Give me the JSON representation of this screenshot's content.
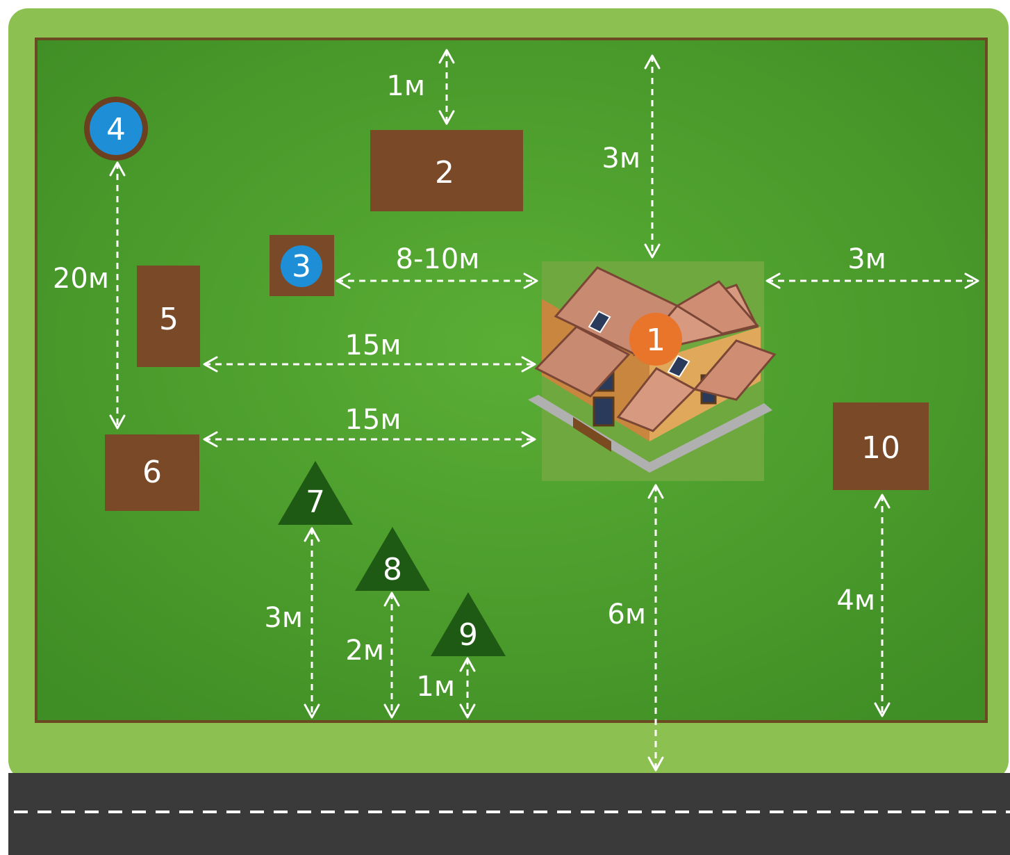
{
  "objects": {
    "house": "1",
    "bed_2": "2",
    "well_3": "3",
    "well_4": "4",
    "bed_5": "5",
    "bed_6": "6",
    "tree_7": "7",
    "tree_8": "8",
    "tree_9": "9",
    "bed_10": "10"
  },
  "distances": {
    "bed2_to_fence_top": "1м",
    "house_to_fence_top": "3м",
    "well3_to_house": "8-10м",
    "house_to_fence_right": "3м",
    "well4_to_bed6": "20м",
    "bed5_to_house": "15м",
    "bed6_to_house": "15м",
    "tree7_to_fence": "3м",
    "tree8_to_fence": "2м",
    "tree9_to_fence": "1м",
    "house_to_road": "6м",
    "bed10_to_fence": "4м"
  },
  "colors": {
    "lawn": "#4a9a2c",
    "outer_grass": "#8cc152",
    "soil": "#7a4a28",
    "water": "#1e8fd6",
    "tree": "#1f5a14",
    "house_marker": "#e8752a",
    "road": "#3a3a3a"
  }
}
